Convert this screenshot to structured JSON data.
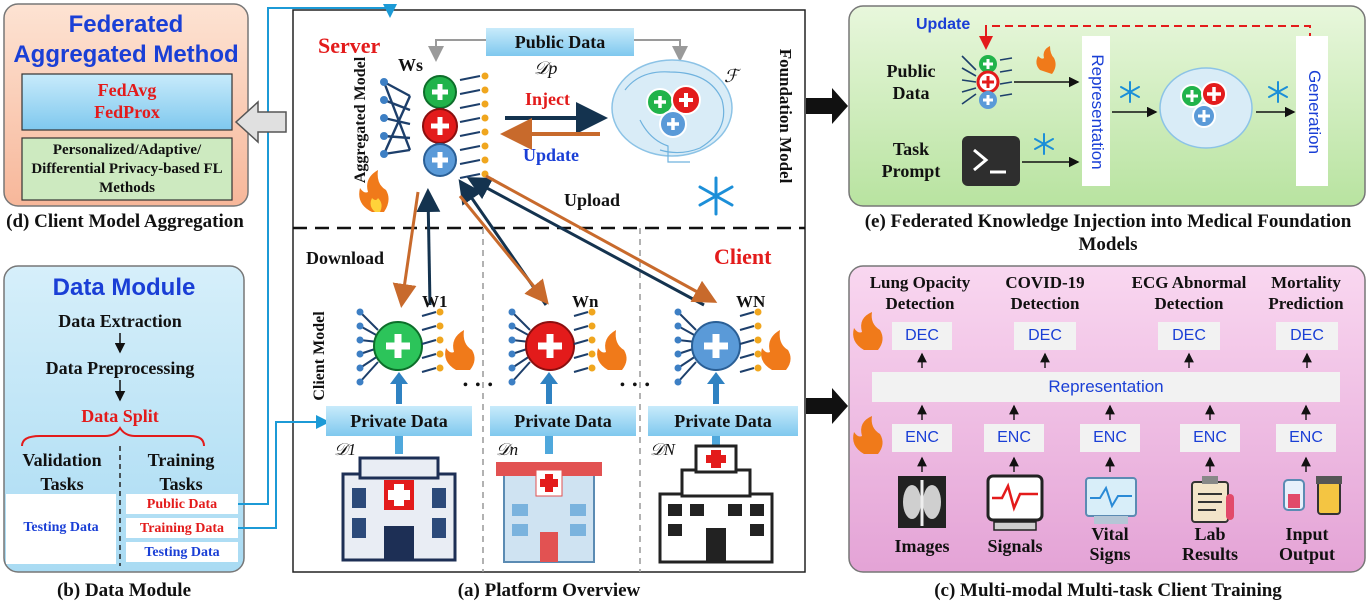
{
  "panel_a": {
    "caption": "(a) Platform Overview",
    "server_label": "Server",
    "client_label": "Client",
    "public_data": "Public Data",
    "dp_symbol": "𝒟p",
    "ws_symbol": "Ws",
    "f_symbol": "ℱ",
    "aggregated_model": "Aggregated Model",
    "foundation_model": "Foundation Model",
    "inject": "Inject",
    "update": "Update",
    "upload": "Upload",
    "download": "Download",
    "client_model": "Client Model",
    "clients": [
      {
        "w": "W1",
        "d": "𝒟1",
        "private": "Private Data"
      },
      {
        "w": "Wn",
        "d": "𝒟n",
        "private": "Private Data"
      },
      {
        "w": "WN",
        "d": "𝒟N",
        "private": "Private Data"
      }
    ],
    "ellipsis": "• • •"
  },
  "panel_b": {
    "caption": "(b) Data Module",
    "title": "Data Module",
    "step1": "Data Extraction",
    "step2": "Data Preprocessing",
    "step3": "Data Split",
    "validation": "Validation Tasks",
    "training": "Training Tasks",
    "testing_data_left": "Testing Data",
    "public_data": "Public Data",
    "training_data": "Training Data",
    "testing_data_right": "Testing Data"
  },
  "panel_c": {
    "caption": "(c) Multi-modal Multi-task Client Training",
    "tasks": [
      "Lung Opacity Detection",
      "COVID-19 Detection",
      "ECG Abnormal Detection",
      "Mortality Prediction"
    ],
    "dec": "DEC",
    "enc": "ENC",
    "representation": "Representation",
    "modalities": [
      "Images",
      "Signals",
      "Vital Signs",
      "Lab Results",
      "Input Output"
    ]
  },
  "panel_d": {
    "caption": "(d) Client Model Aggregation",
    "title": "Federated Aggregated Method",
    "methods": [
      "FedAvg",
      "FedProx"
    ],
    "other": "Personalized/Adaptive/ Differential Privacy-based FL Methods"
  },
  "panel_e": {
    "caption": "(e) Federated Knowledge Injection into Medical Foundation Models",
    "update": "Update",
    "public_data": "Public Data",
    "task_prompt": "Task Prompt",
    "representation": "Representation",
    "generation": "Generation"
  },
  "colors": {
    "red": "#e31b1b",
    "blue": "#1a3fd6",
    "green": "#21b34a",
    "light_blue": "#7ec6ea",
    "nav": "#14334f"
  }
}
